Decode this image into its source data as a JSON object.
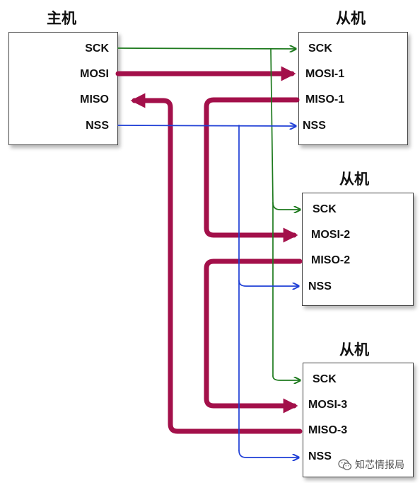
{
  "master": {
    "title": "主机",
    "pins": [
      "SCK",
      "MOSI",
      "MISO",
      "NSS"
    ]
  },
  "slaves": [
    {
      "title": "从机",
      "pins": [
        "SCK",
        "MOSI-1",
        "MISO-1",
        "NSS"
      ]
    },
    {
      "title": "从机",
      "pins": [
        "SCK",
        "MOSI-2",
        "MISO-2",
        "NSS"
      ]
    },
    {
      "title": "从机",
      "pins": [
        "SCK",
        "MOSI-3",
        "MISO-3",
        "NSS"
      ]
    }
  ],
  "colors": {
    "sck": "#1e7a1e",
    "nss": "#1f3fd6",
    "data": "#a3104a"
  },
  "watermark": {
    "icon": "wechat-icon",
    "text": "知芯情报局"
  }
}
